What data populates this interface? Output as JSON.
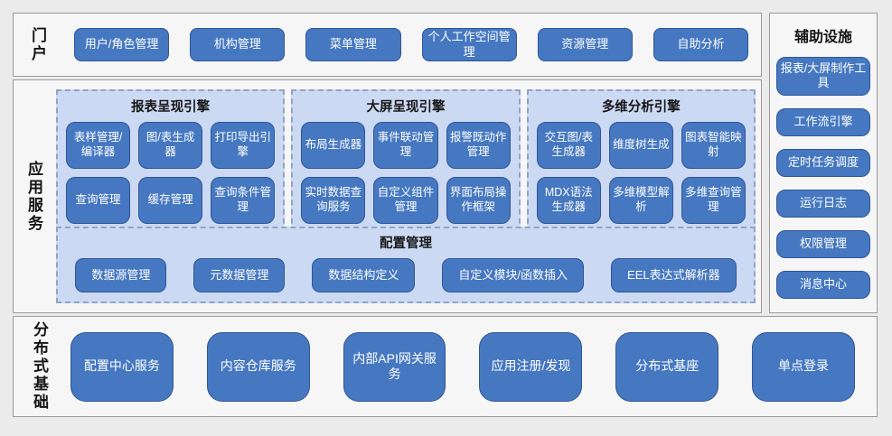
{
  "colors": {
    "button_blue": "#4678c1",
    "button_border": "#2f5597",
    "panel_blue": "#ccd9f3",
    "panel_dashed_border": "#93a3c4",
    "section_bg": "#f6f6f6",
    "section_border": "#9b9b9b",
    "page_bg": "#ebebeb",
    "text_on_button": "#ffffff"
  },
  "portal": {
    "label": "门户",
    "items": [
      "用户/角色管理",
      "机构管理",
      "菜单管理",
      "个人工作空间管理",
      "资源管理",
      "自助分析"
    ]
  },
  "app_services": {
    "label": "应用服务",
    "engines": [
      {
        "title": "报表呈现引擎",
        "items": [
          "表样管理/编译器",
          "图/表生成器",
          "打印导出引擎",
          "查询管理",
          "缓存管理",
          "查询条件管理"
        ]
      },
      {
        "title": "大屏呈现引擎",
        "items": [
          "布局生成器",
          "事件联动管理",
          "报警既动作管理",
          "实时数据查询服务",
          "自定义组件管理",
          "界面布局操作框架"
        ]
      },
      {
        "title": "多维分析引擎",
        "items": [
          "交互图/表生成器",
          "维度树生成",
          "图表智能映射",
          "MDX语法生成器",
          "多维模型解析",
          "多维查询管理"
        ]
      }
    ],
    "config": {
      "title": "配置管理",
      "items": [
        "数据源管理",
        "元数据管理",
        "数据结构定义",
        "自定义模块/函数插入",
        "EEL表达式解析器"
      ]
    }
  },
  "auxiliary": {
    "title": "辅助设施",
    "items": [
      "报表/大屏制作工具",
      "工作流引擎",
      "定时任务调度",
      "运行日志",
      "权限管理",
      "消息中心"
    ]
  },
  "distributed": {
    "label": "分布式基础",
    "items": [
      "配置中心服务",
      "内容仓库服务",
      "内部API网关服务",
      "应用注册/发现",
      "分布式基座",
      "单点登录"
    ]
  }
}
